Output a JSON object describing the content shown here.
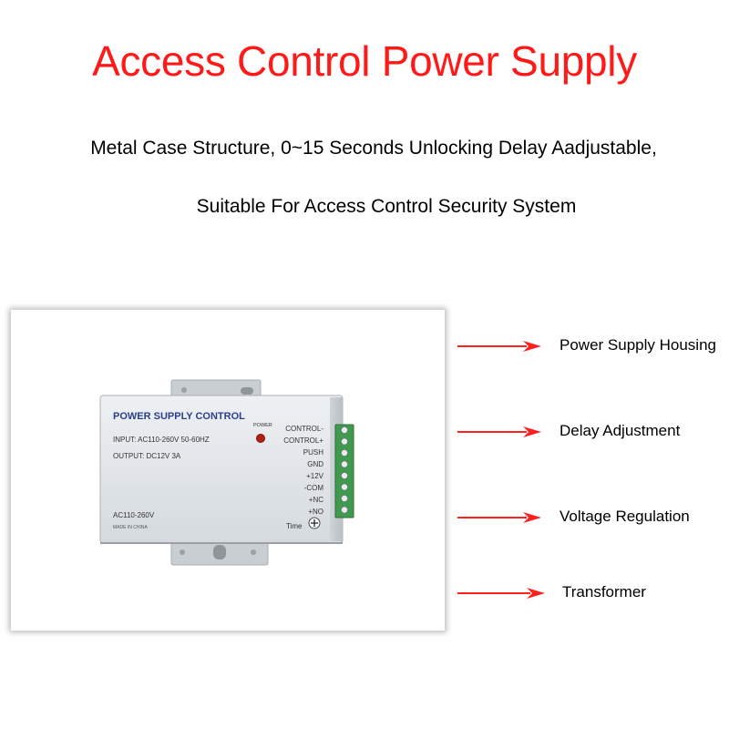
{
  "title": "Access Control Power Supply",
  "subtitle_line1": "Metal Case Structure, 0~15 Seconds Unlocking Delay Aadjustable,",
  "subtitle_line2": "Suitable For Access  Control Security System",
  "device": {
    "brand_label": "POWER SUPPLY CONTROL",
    "input_spec": "INPUT: AC110-260V 50-60HZ",
    "output_spec": "OUTPUT: DC12V  3A",
    "power_led_label": "POWER",
    "ac_label": "AC110-260V",
    "origin_label": "MADE IN CHINA",
    "time_label": "Time",
    "terminals": [
      "CONTROL-",
      "CONTROL+",
      "PUSH",
      "GND",
      "+12V",
      "-COM",
      "+NC",
      "+NO"
    ]
  },
  "callouts": [
    {
      "label": "Power Supply Housing"
    },
    {
      "label": "Delay Adjustment"
    },
    {
      "label": "Voltage Regulation"
    },
    {
      "label": "Transformer"
    }
  ],
  "colors": {
    "title": "#ff1a1a",
    "arrow": "#ff2020",
    "case": "#e4e8ec"
  }
}
